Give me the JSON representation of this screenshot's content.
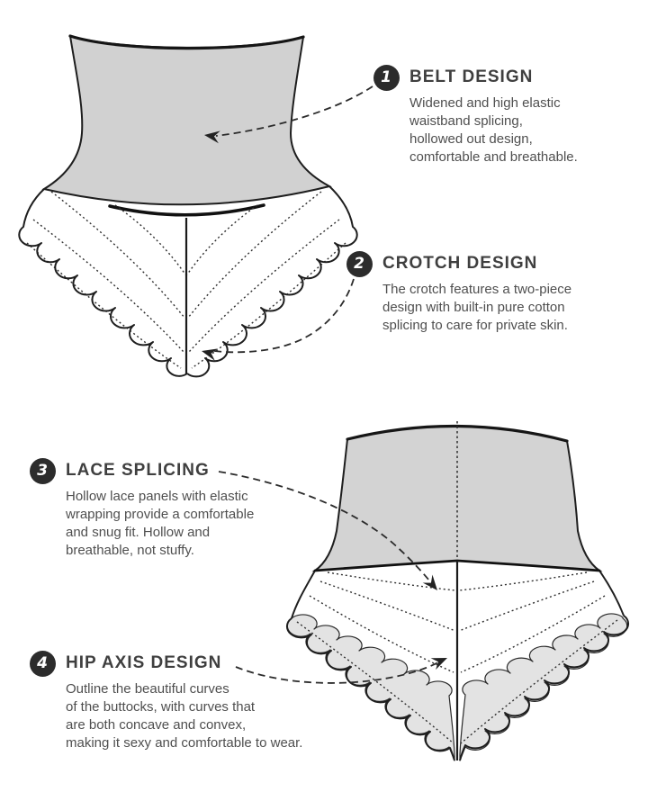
{
  "annotations": [
    {
      "number": "1",
      "title": "BELT DESIGN",
      "body": "Widened and high elastic\nwaistband splicing,\nhollowed out design,\ncomfortable and breathable."
    },
    {
      "number": "2",
      "title": "CROTCH DESIGN",
      "body": "The crotch features a two-piece\ndesign with built-in pure cotton\nsplicing to care for private skin."
    },
    {
      "number": "3",
      "title": "LACE SPLICING",
      "body": "Hollow lace panels with elastic\nwrapping provide a comfortable\nand snug fit. Hollow and\nbreathable, not stuffy."
    },
    {
      "number": "4",
      "title": "HIP AXIS DESIGN",
      "body": "Outline the beautiful curves\nof the buttocks, with curves that\nare both concave and convex,\nmaking it sexy and comfortable to wear."
    }
  ],
  "illustrations": [
    {
      "name": "front-view-shapewear",
      "style": "line drawing, gray high waistband, white lace brief with scalloped edges and dotted seams"
    },
    {
      "name": "back-view-shapewear",
      "style": "line drawing, gray high waistband, dotted center axis, gray scalloped lace band"
    }
  ],
  "colors": {
    "waistband_gray": "#d1d1d1",
    "lace_band_gray": "#e3e3e3",
    "outline": "#1e1e1e",
    "badge_background": "#2c2c2c",
    "badge_number": "#ffffff",
    "title_text": "#3f3f3f",
    "body_text": "#4f4f4f"
  }
}
